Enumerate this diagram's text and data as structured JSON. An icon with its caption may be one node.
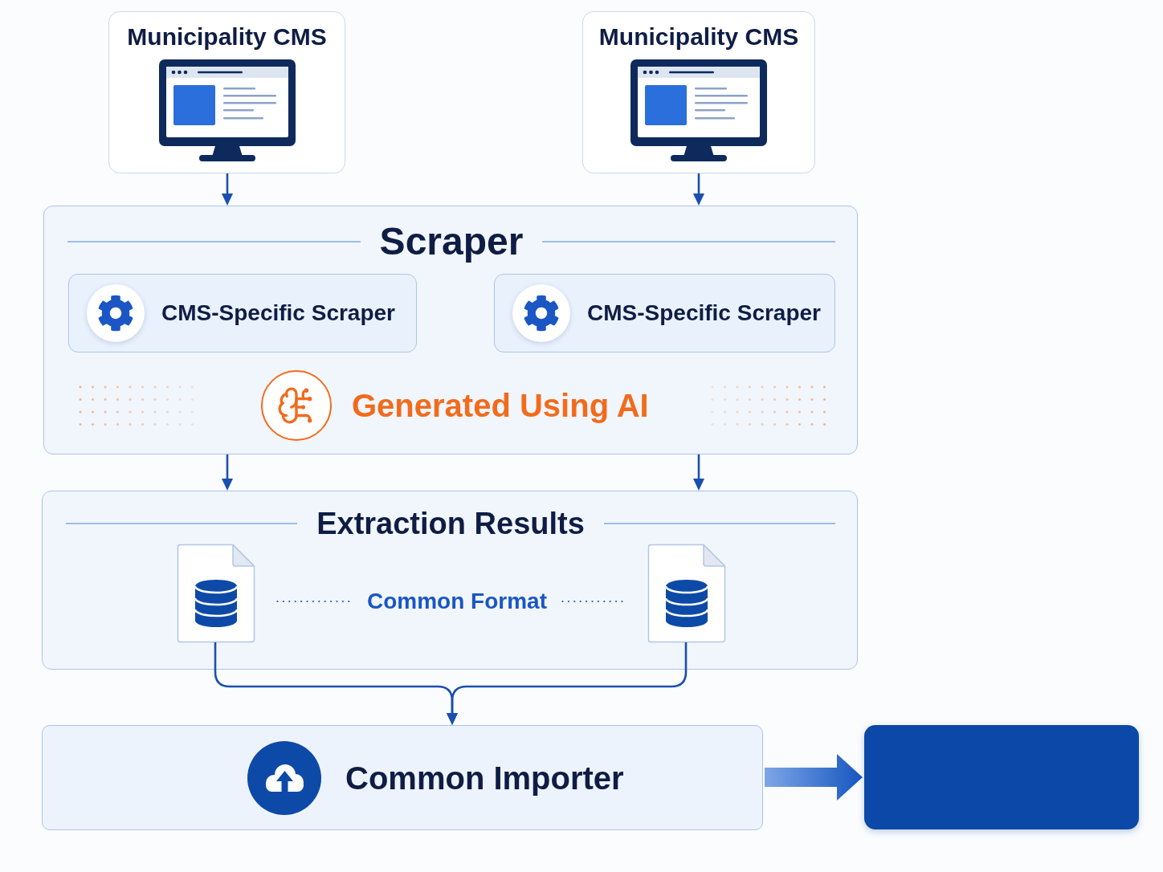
{
  "diagram": {
    "nodes": [
      {
        "text": [
          "Municipality CMS"
        ]
      },
      {
        "text": [
          "Municipality CMS"
        ]
      },
      {
        "text": [
          "Scraper"
        ]
      },
      {
        "text": [
          "CMS-Specific Scraper"
        ],
        "in": 2
      },
      {
        "text": [
          "CMS-Specific Scraper"
        ],
        "in": 2
      },
      {
        "text": [
          "Extraction Results"
        ]
      },
      {
        "text": [],
        "shape": "document",
        "in": 5
      },
      {
        "text": [],
        "shape": "document",
        "in": 5
      },
      {
        "text": [
          "Common Importer"
        ]
      },
      {
        "text": [],
        "shape": "box"
      }
    ],
    "edges": [
      {
        "from": 0,
        "to": 2,
        "arrow": "to"
      },
      {
        "from": 1,
        "to": 2,
        "arrow": "to"
      },
      {
        "from": 2,
        "to": 5,
        "arrow": "to"
      },
      {
        "from": 2,
        "to": 5,
        "arrow": "to"
      },
      {
        "from": 6,
        "to": 8,
        "arrow": "to"
      },
      {
        "from": 7,
        "to": 8,
        "arrow": "to"
      },
      {
        "from": 8,
        "to": 9,
        "arrow": "to",
        "style": "thick"
      }
    ],
    "labels": [
      "Generated Using AI",
      "Common Format"
    ]
  }
}
